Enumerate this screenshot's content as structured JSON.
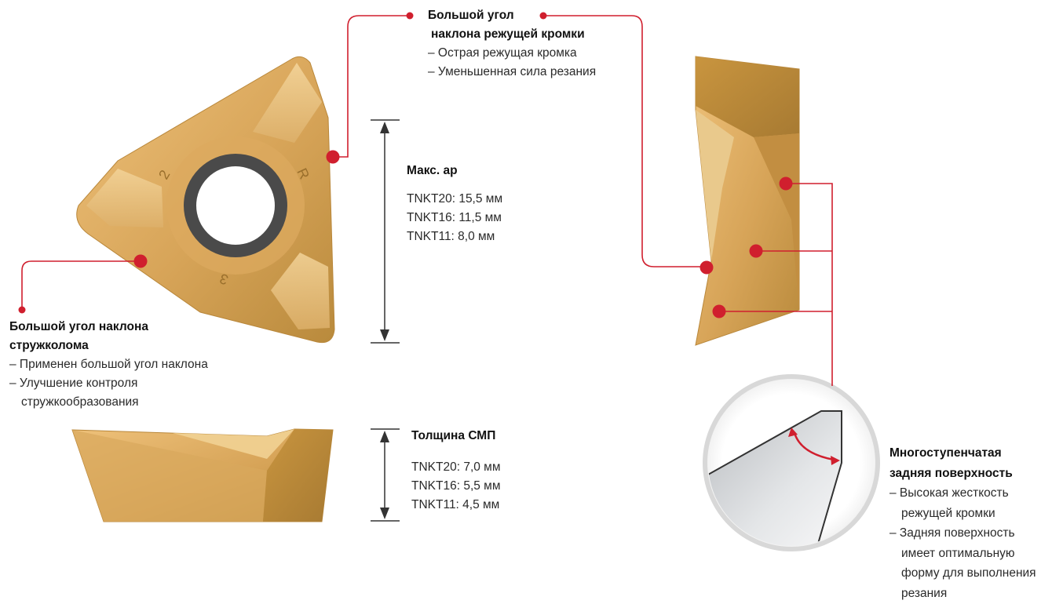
{
  "colors": {
    "accent": "#d01f2e",
    "insert_light": "#e8b872",
    "insert_mid": "#cf9a4e",
    "insert_dark": "#a77a32",
    "hole_ring": "#4a4a4a"
  },
  "insert_marks": [
    "R",
    "2",
    "3"
  ],
  "labels": {
    "rake_edge": {
      "title1": "Большой угол",
      "title2": "наклона режущей кромки",
      "items": [
        "– Острая режущая кромка",
        "– Уменьшенная сила резания"
      ]
    },
    "max_ap": {
      "title": "Макс. ар",
      "items": [
        "TNKT20: 15,5 мм",
        "TNKT16: 11,5 мм",
        "TNKT11: 8,0 мм"
      ]
    },
    "chipbreaker": {
      "title1": "Большой угол наклона",
      "title2": "стружколома",
      "items": [
        "– Применен большой угол наклона",
        "– Улучшение контроля",
        "стружкообразования"
      ]
    },
    "thickness": {
      "title": "Толщина СМП",
      "items": [
        "TNKT20: 7,0 мм",
        "TNKT16: 5,5 мм",
        "TNKT11: 4,5 мм"
      ]
    },
    "clearance": {
      "title1": "Многоступенчатая",
      "title2": "задняя поверхность",
      "items": [
        "– Высокая жесткость",
        "режущей кромки",
        "– Задняя поверхность",
        "имеет оптимальную",
        "форму для выполнения",
        "резания"
      ]
    }
  }
}
